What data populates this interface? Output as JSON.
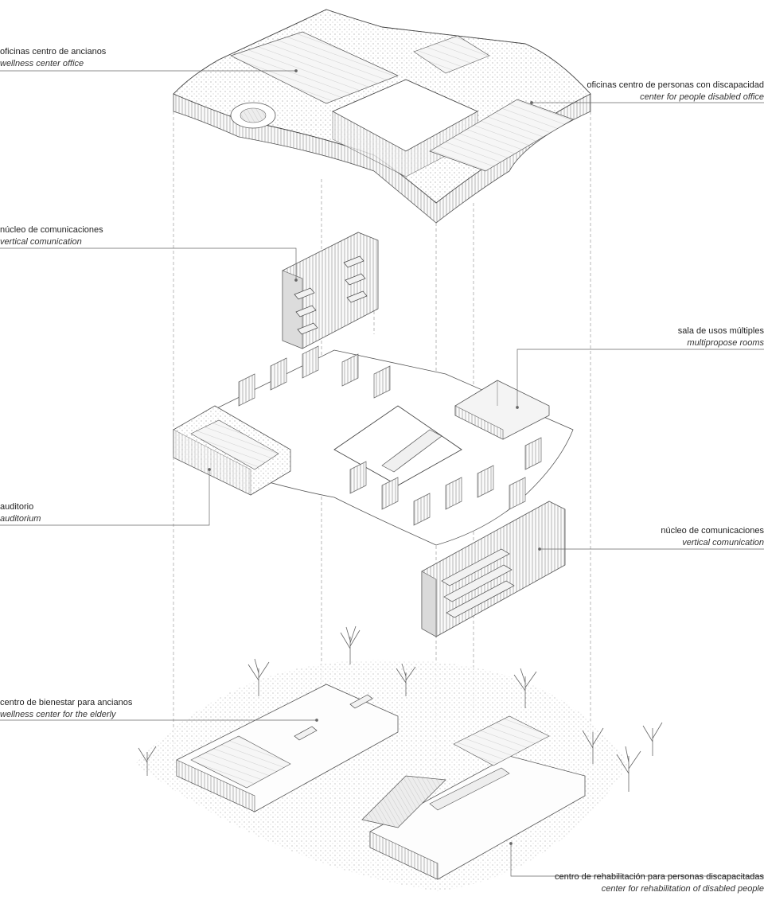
{
  "labels": {
    "wellness_office": {
      "es": "oficinas centro de ancianos",
      "en": "wellness center office"
    },
    "disabled_office": {
      "es": "oficinas centro de personas con discapacidad",
      "en": "center for people disabled office"
    },
    "vertical_comm_1": {
      "es": "núcleo de comunicaciones",
      "en": "vertical comunication"
    },
    "multipurpose": {
      "es": "sala de usos múltiples",
      "en": "multipropose rooms"
    },
    "auditorium": {
      "es": "auditorio",
      "en": "auditorium"
    },
    "vertical_comm_2": {
      "es": "núcleo de comunicaciones",
      "en": "vertical comunication"
    },
    "wellness_center": {
      "es": "centro de bienestar para ancianos",
      "en": "wellness center for the elderly"
    },
    "rehab_center": {
      "es": "centro de rehabilitación para personas discapacitadas",
      "en": "center for rehabilitation of disabled people"
    }
  },
  "colors": {
    "line": "#555555",
    "fill_light": "#f4f4f4",
    "fill_mid": "#e2e2e2",
    "hatch": "#9a9a9a"
  }
}
